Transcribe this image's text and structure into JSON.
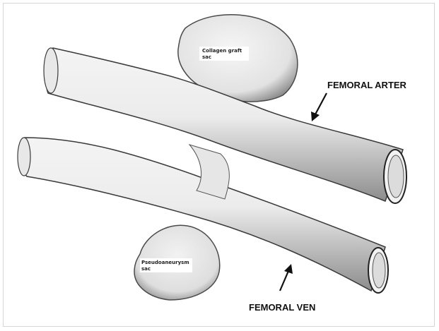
{
  "labels": {
    "femoral_artery": "FEMORAL ARTER",
    "femoral_vein": "FEMORAL VEN"
  },
  "sac_labels": {
    "upper_line1": "Collagen graft",
    "upper_line2": "sac",
    "lower_line1": "Pseudoaneurysm",
    "lower_line2": "sac"
  },
  "colors": {
    "vessel_fill": "#e9e9e9",
    "vessel_shadow": "#7a7a7a",
    "outline": "#3a3a3a",
    "label_bg": "#ffffff"
  }
}
